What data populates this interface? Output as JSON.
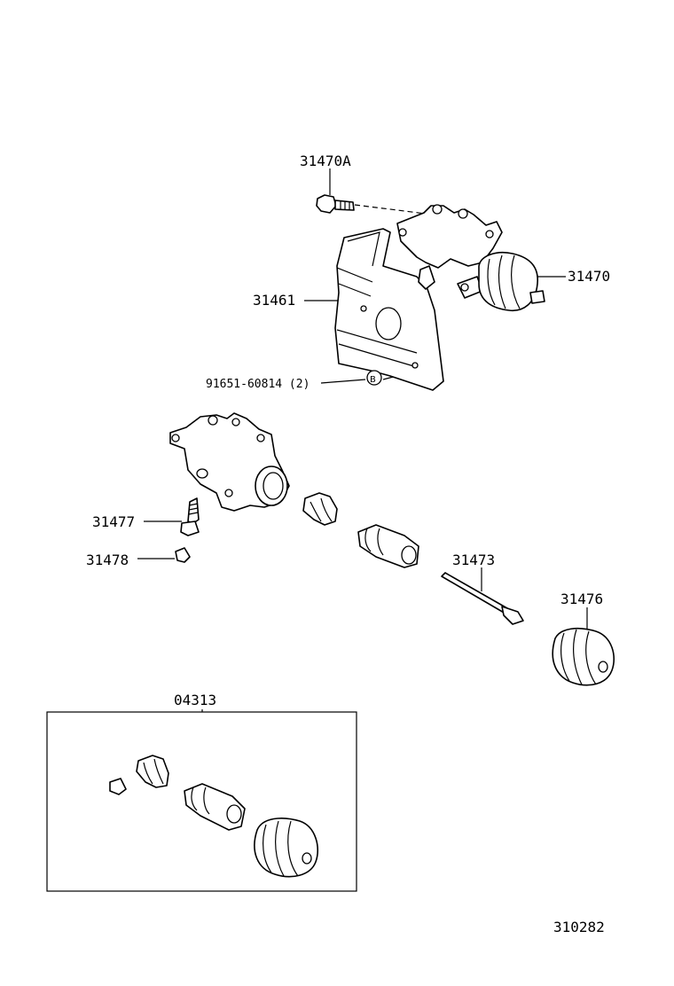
{
  "labels": {
    "bolt": "31470A",
    "cylinder_assy": "31470",
    "bracket": "31461",
    "nut": "91651-60814 (2)",
    "nut_marker": "B",
    "bleeder_plug": "31477",
    "bleeder_cap": "31478",
    "push_rod": "31473",
    "boot": "31476",
    "kit": "04313",
    "diagram_id": "310282"
  }
}
